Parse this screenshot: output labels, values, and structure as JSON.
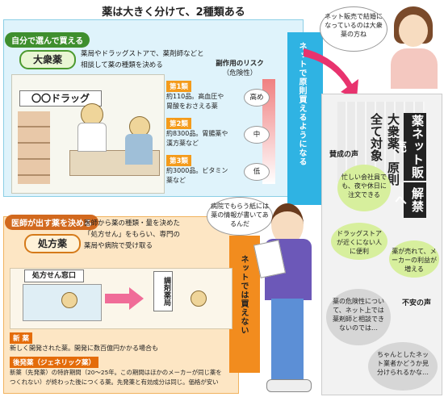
{
  "title": "薬は大きく分けて、2種類ある",
  "otc": {
    "tag": "自分で選んで買える",
    "label": "大衆薬",
    "desc_line1": "薬局やドラッグストアで、薬剤師などと",
    "desc_line2": "相談して薬の種類を決める",
    "shop_sign": "〇〇ドラッグ",
    "risk_head1": "副作用のリスク",
    "risk_head2": "（危険性）",
    "categories": [
      {
        "name": "第1類",
        "desc1": "約110品。高血圧や",
        "desc2": "胃酸をおさえる薬",
        "risk": "高め"
      },
      {
        "name": "第2類",
        "desc1": "約8300品。胃腸薬や",
        "desc2": "漢方薬など",
        "risk": "中"
      },
      {
        "name": "第3類",
        "desc1": "約3000品。ビタミン",
        "desc2": "薬など",
        "risk": "低"
      }
    ],
    "side_text": "ネットで原則買えるようになる"
  },
  "rx": {
    "tag": "医師が出す薬を決める",
    "label": "処方薬",
    "desc_line1": "医師から薬の種類・量を決めた",
    "desc_line2": "「処方せん」をもらい、専門の",
    "desc_line3": "薬局や病院で受け取る",
    "window_sign": "処方せん窓口",
    "dispense_sign": "調剤薬局",
    "side_text": "ネットでは買えない",
    "new_label": "新 薬",
    "new_desc": "新しく開発された薬。開発に数百億円かかる場合も",
    "generic_label": "後発薬（ジェネリック薬）",
    "generic_desc1": "新薬（先発薬）の特許期間（20〜25年。この期間はほかのメーカーが同じ薬を",
    "generic_desc2": "つくれない）が終わった後につくる薬。先発薬と有効成分は同じ。価格が安い"
  },
  "woman_speech": "ネット販売で結婚になっているのは大衆薬の方ね",
  "man_speech": "病院でもらう紙には薬の情報が書いてあるんだ",
  "news": {
    "dark_headline": "薬ネット販売",
    "headline": "大衆薬、原則全て",
    "headline2": "解禁へ",
    "headline3": "対象"
  },
  "pro": {
    "label": "賛成の声",
    "voices": [
      "忙しい会社員でも、夜や休日に注文できる",
      "ドラッグストアが近くにない人に便利",
      "薬が売れて、メーカーの利益が増える"
    ]
  },
  "con": {
    "label": "不安の声",
    "voices": [
      "薬の危険性について、ネット上では薬剤師と相談できないのでは…",
      "ちゃんとしたネット業者かどうか見分けられるかな…"
    ]
  },
  "colors": {
    "blue": "#2fb3e3",
    "orange": "#f28c1e",
    "green": "#3f8f2e"
  }
}
